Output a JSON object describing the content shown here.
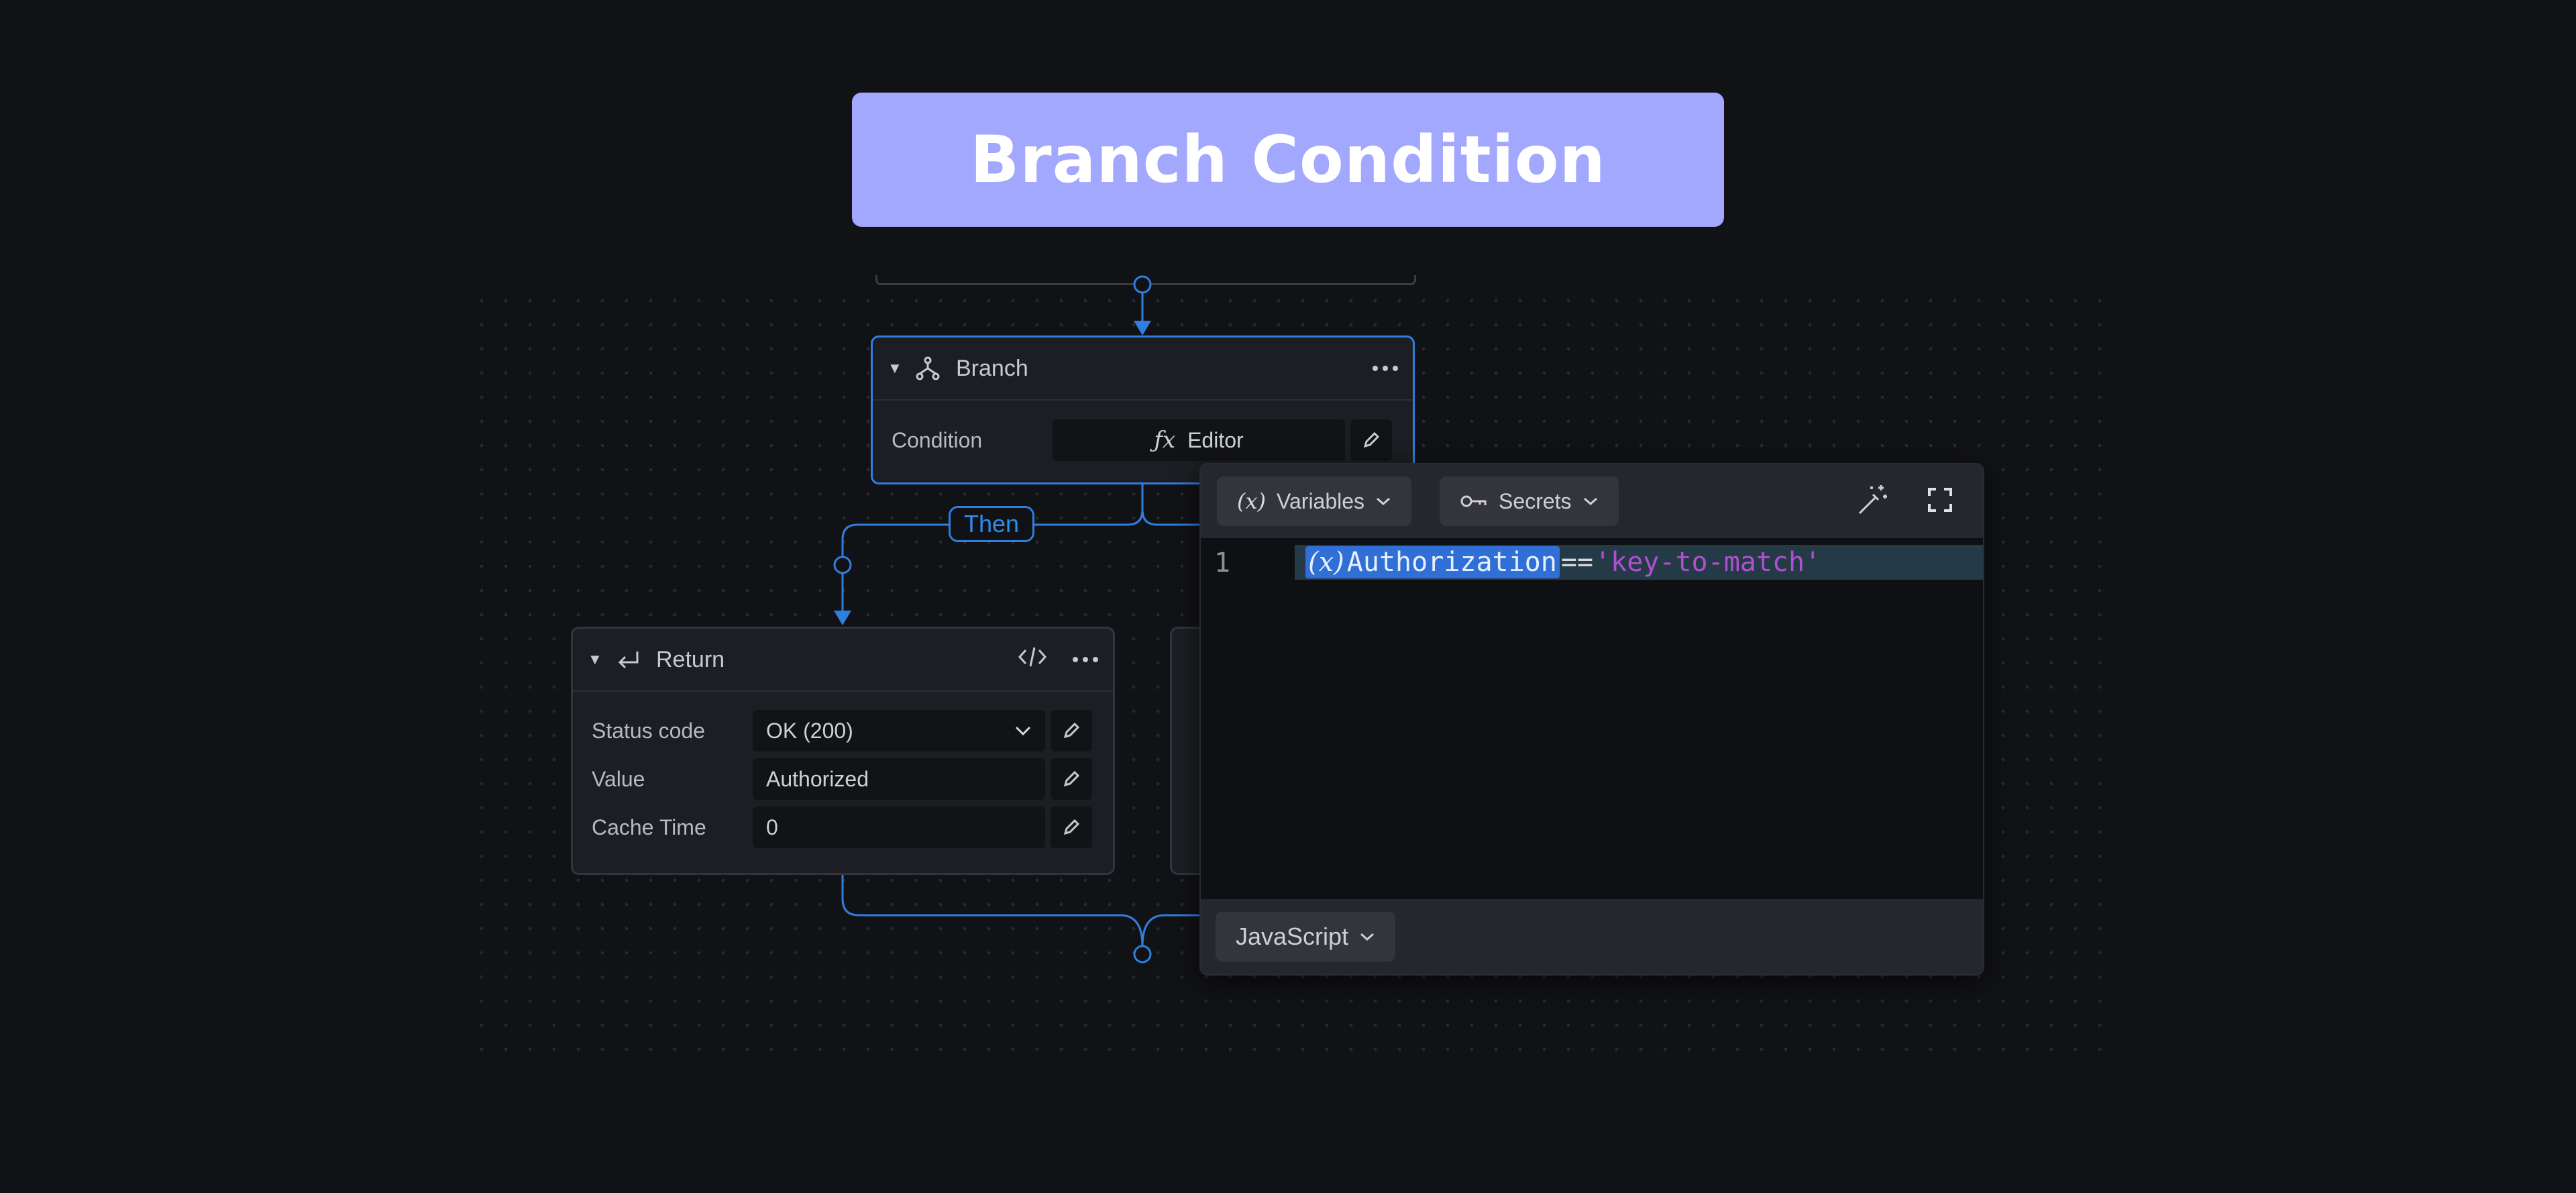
{
  "banner": {
    "title": "Branch Condition"
  },
  "branch_node": {
    "title": "Branch",
    "condition_label": "Condition",
    "condition_value": "Editor",
    "condition_icon": "fx-icon"
  },
  "then_label": "Then",
  "return_node": {
    "title": "Return",
    "rows": [
      {
        "label": "Status code",
        "value": "OK (200)"
      },
      {
        "label": "Value",
        "value": "Authorized"
      },
      {
        "label": "Cache Time",
        "value": "0"
      }
    ]
  },
  "code_editor": {
    "variables_label": "Variables",
    "variables_icon_text": "(x)",
    "secrets_label": "Secrets",
    "line_number": "1",
    "code": {
      "variable_icon_text": "(x)",
      "variable": "Authorization",
      "operator": "==",
      "string": "'key-to-match'"
    },
    "language": "JavaScript"
  },
  "colors": {
    "accent": "#2f7fe0",
    "banner": "#a3a8ff",
    "background": "#111216",
    "string_token": "#b14fd1"
  }
}
